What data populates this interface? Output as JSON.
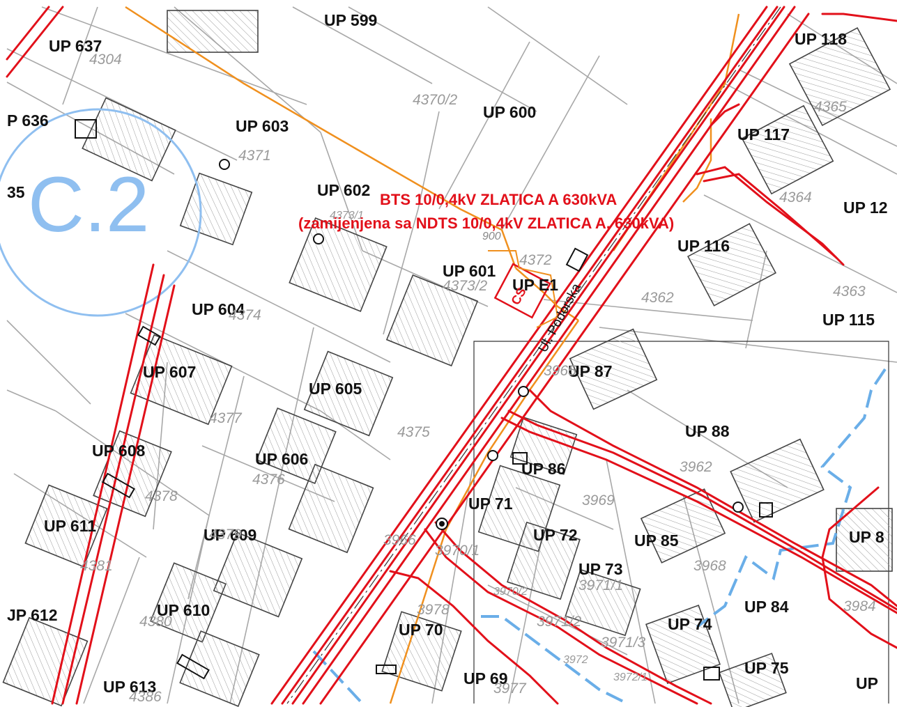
{
  "plots": [
    {
      "id": "up637",
      "text": "UP 637"
    },
    {
      "id": "up599",
      "text": "UP 599"
    },
    {
      "id": "up118",
      "text": "UP 118"
    },
    {
      "id": "up636",
      "text": "P 636"
    },
    {
      "id": "up603",
      "text": "UP 603"
    },
    {
      "id": "up600",
      "text": "UP 600"
    },
    {
      "id": "up117",
      "text": "UP 117"
    },
    {
      "id": "up635",
      "text": "35"
    },
    {
      "id": "up602",
      "text": "UP 602"
    },
    {
      "id": "up12x",
      "text": "UP 12"
    },
    {
      "id": "up116",
      "text": "UP 116"
    },
    {
      "id": "up601",
      "text": "UP 601"
    },
    {
      "id": "upe1",
      "text": "UP E1"
    },
    {
      "id": "up604",
      "text": "UP 604"
    },
    {
      "id": "up115",
      "text": "UP 115"
    },
    {
      "id": "up607",
      "text": "UP 607"
    },
    {
      "id": "up87",
      "text": "UP 87"
    },
    {
      "id": "up605",
      "text": "UP 605"
    },
    {
      "id": "up88",
      "text": "UP 88"
    },
    {
      "id": "up608",
      "text": "UP 608"
    },
    {
      "id": "up606",
      "text": "UP 606"
    },
    {
      "id": "up86",
      "text": "UP 86"
    },
    {
      "id": "up71",
      "text": "UP 71"
    },
    {
      "id": "up611",
      "text": "UP 611"
    },
    {
      "id": "up609",
      "text": "UP 609"
    },
    {
      "id": "up72",
      "text": "UP 72"
    },
    {
      "id": "up85",
      "text": "UP 85"
    },
    {
      "id": "up8x",
      "text": "UP 8"
    },
    {
      "id": "up73",
      "text": "UP 73"
    },
    {
      "id": "up84",
      "text": "UP 84"
    },
    {
      "id": "up612",
      "text": "JP 612"
    },
    {
      "id": "up610",
      "text": "UP 610"
    },
    {
      "id": "up70",
      "text": "UP 70"
    },
    {
      "id": "up74",
      "text": "UP 74"
    },
    {
      "id": "up75",
      "text": "UP 75"
    },
    {
      "id": "up613",
      "text": "UP 613"
    },
    {
      "id": "up69",
      "text": "UP 69"
    },
    {
      "id": "up7x",
      "text": "UP"
    }
  ],
  "cadastral": [
    {
      "id": "c4304",
      "text": "4304"
    },
    {
      "id": "c4370_2",
      "text": "4370/2"
    },
    {
      "id": "c4365",
      "text": "4365"
    },
    {
      "id": "c4371",
      "text": "4371"
    },
    {
      "id": "c4364",
      "text": "4364"
    },
    {
      "id": "c4373_1",
      "text": "4373/1"
    },
    {
      "id": "c4372",
      "text": "4372"
    },
    {
      "id": "c4373_2",
      "text": "4373/2"
    },
    {
      "id": "c4362",
      "text": "4362"
    },
    {
      "id": "c4363",
      "text": "4363"
    },
    {
      "id": "c4374",
      "text": "4374"
    },
    {
      "id": "c3965",
      "text": "3965"
    },
    {
      "id": "c4377",
      "text": "4377"
    },
    {
      "id": "c4375",
      "text": "4375"
    },
    {
      "id": "c4376",
      "text": "4376"
    },
    {
      "id": "c3962",
      "text": "3962"
    },
    {
      "id": "c4378",
      "text": "4378"
    },
    {
      "id": "c3969",
      "text": "3969"
    },
    {
      "id": "c4379",
      "text": "4379"
    },
    {
      "id": "c3966",
      "text": "3966"
    },
    {
      "id": "c3970_1",
      "text": "3970/1"
    },
    {
      "id": "c3968",
      "text": "3968"
    },
    {
      "id": "c4381",
      "text": "4381"
    },
    {
      "id": "c3971_1",
      "text": "3971/1"
    },
    {
      "id": "c3970_2",
      "text": "3970/2"
    },
    {
      "id": "c3978",
      "text": "3978"
    },
    {
      "id": "c3971_2",
      "text": "3971/2"
    },
    {
      "id": "c3971_3",
      "text": "3971/3"
    },
    {
      "id": "c4380",
      "text": "4380"
    },
    {
      "id": "c3972",
      "text": "3972"
    },
    {
      "id": "c3972_1",
      "text": "3972/1"
    },
    {
      "id": "c4386",
      "text": "4386"
    },
    {
      "id": "c3977",
      "text": "3977"
    },
    {
      "id": "c3984",
      "text": "3984"
    },
    {
      "id": "c900",
      "text": "900"
    }
  ],
  "annotation": {
    "line1": "BTS  10/0,4kV ZLATICA A 630kVA",
    "line2": "(zamijenjena sa NDTS  10/0,4kV ZLATICA A, 630kVA)",
    "cs_mark": "CS"
  },
  "street_name": "Ul. Podorska",
  "sheet_label": "C.2",
  "colors": {
    "road_red": "#e2101a",
    "cable_orange": "#f0901e",
    "parcel_gray": "#9a9a9a",
    "boundary_blue": "#6aaee8",
    "sheet_circle": "#8fbff0",
    "building_outline": "#333333"
  }
}
